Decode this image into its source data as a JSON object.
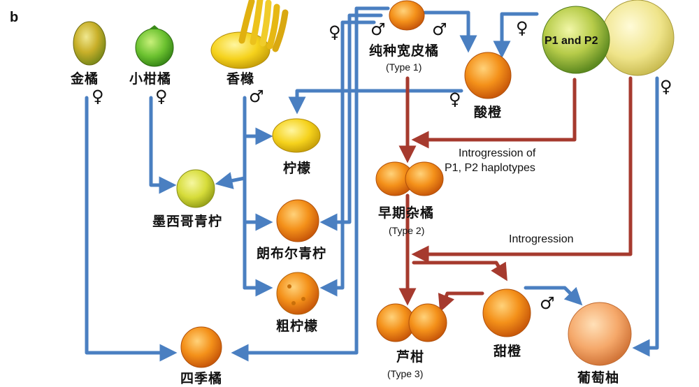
{
  "panel_label": "b",
  "colors": {
    "maternal_arrow": "#4a7fc1",
    "introgression_arrow": "#a63a2e"
  },
  "labels": {
    "kumquat": "金橘",
    "papeda": "小柑橘",
    "citron": "香橼",
    "mandarin": "纯种宽皮橘",
    "mandarin_type": "(Type 1)",
    "sour_orange": "酸橙",
    "pummelo_overlay": "P1 and P2",
    "lemon": "柠檬",
    "mexican_lime": "墨西哥青柠",
    "rangpur_lime": "朗布尔青柠",
    "rough_lemon": "粗柠檬",
    "calamondin": "四季橘",
    "early_mandarin": "早期杂橘",
    "early_type": "(Type 2)",
    "intro1_line1": "Introgression of",
    "intro1_line2": "P1, P2 haplotypes",
    "intro2": "Introgression",
    "late_mandarin": "芦柑",
    "late_type": "(Type 3)",
    "sweet_orange": "甜橙",
    "grapefruit": "葡萄柚"
  },
  "sex_symbols": {
    "female": "♀",
    "male": "♂"
  },
  "fruit_icons": [
    "kumquat-icon",
    "papeda-icon",
    "citron-icon",
    "mandarin-icon",
    "sour-orange-icon",
    "pummelo-icon",
    "lemon-icon",
    "mexican-lime-icon",
    "rangpur-lime-icon",
    "rough-lemon-icon",
    "calamondin-icon",
    "early-mandarin-icon",
    "late-mandarin-icon",
    "sweet-orange-icon",
    "grapefruit-icon"
  ]
}
